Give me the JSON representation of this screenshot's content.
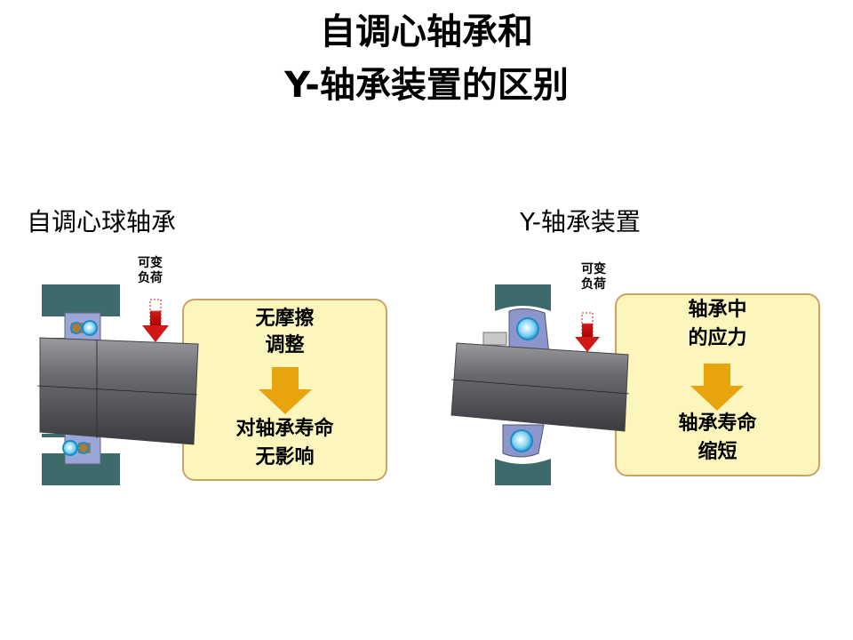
{
  "title": {
    "line1": "自调心轴承和",
    "line2": "Y-轴承装置的区别"
  },
  "left": {
    "heading": "自调心球轴承",
    "load_label": [
      "可变",
      "负荷"
    ],
    "box_top": [
      "无摩擦",
      "调整"
    ],
    "box_bottom": [
      "对轴承寿命",
      "无影响"
    ]
  },
  "right": {
    "heading": "Y-轴承装置",
    "load_label": [
      "可变",
      "负荷"
    ],
    "box_top": [
      "轴承中",
      "的应力"
    ],
    "box_bottom": [
      "轴承寿命",
      "缩短"
    ]
  },
  "colors": {
    "housing": "#3d6b6c",
    "box_fill": "#fcf6bd",
    "box_border": "#c9a464",
    "arrow_gold": "#e8a40c",
    "load_red": "#d01818"
  }
}
